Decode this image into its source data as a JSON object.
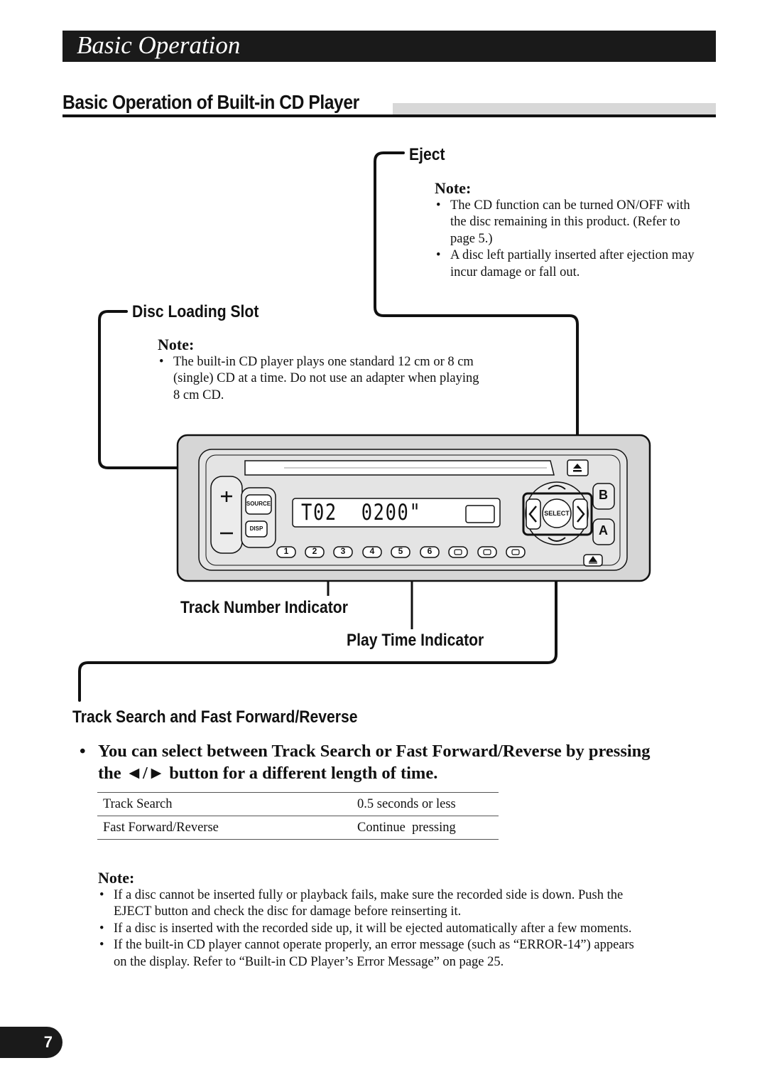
{
  "header": {
    "title": "Basic Operation"
  },
  "section": {
    "title": "Basic Operation of Built-in CD Player"
  },
  "eject": {
    "label": "Eject",
    "note_heading": "Note:",
    "notes": [
      "The CD function can be turned ON/OFF with the disc remaining in this product. (Refer to page 5.)",
      "A disc left partially inserted after ejection may incur damage or fall out."
    ]
  },
  "disc_slot": {
    "label": "Disc Loading Slot",
    "note_heading": "Note:",
    "notes": [
      "The built-in CD player plays one standard 12 cm or 8 cm (single) CD at a time. Do not use an adapter when playing 8 cm CD."
    ]
  },
  "unit": {
    "source_label": "SOURCE",
    "disp_label": "DISP",
    "select_label": "SELECT",
    "plus": "+",
    "minus": "—",
    "band_b": "B",
    "band_a": "A",
    "display_text": "T02  0200\"",
    "presets": [
      "1",
      "2",
      "3",
      "4",
      "5",
      "6"
    ]
  },
  "callouts": {
    "track_number": "Track Number Indicator",
    "play_time": "Play Time Indicator",
    "track_search": "Track Search and Fast Forward/Reverse"
  },
  "instruction": {
    "line1": "You can select between Track Search or Fast Forward/Reverse by pressing",
    "line2": "the ◄/► button for a different length of time."
  },
  "table": {
    "rows": [
      {
        "action": "Track Search",
        "duration": "0.5 seconds or less"
      },
      {
        "action": "Fast Forward/Reverse",
        "duration": "Continue  pressing"
      }
    ]
  },
  "bottom_note": {
    "heading": "Note:",
    "items": [
      "If a disc cannot be inserted fully or playback fails, make sure the recorded side is down. Push the EJECT button and check the disc for damage before reinserting it.",
      "If a disc is inserted with the recorded side up, it will be ejected automatically after a few moments.",
      "If the built-in CD player cannot operate properly, an error message (such as “ERROR-14”) appears on the display. Refer to “Built-in CD Player’s Error Message” on page 25."
    ]
  },
  "page_number": "7"
}
